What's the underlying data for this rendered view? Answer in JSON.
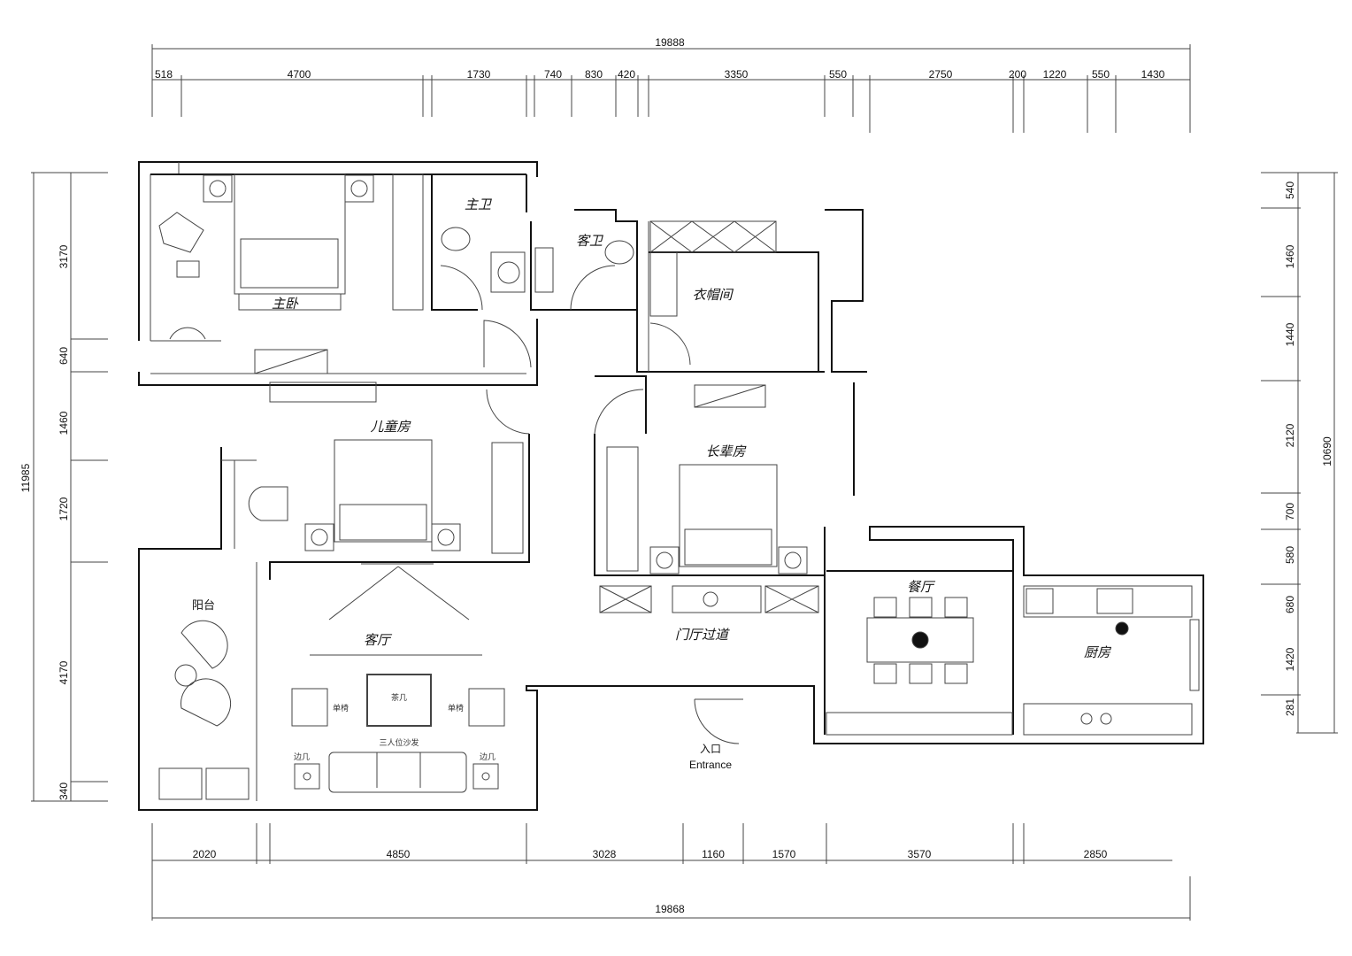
{
  "dimensions": {
    "top_total": "19888",
    "top": [
      "518",
      "4700",
      "1730",
      "740",
      "830",
      "420",
      "3350",
      "550",
      "2750",
      "200",
      "1220",
      "550",
      "1430"
    ],
    "bottom_total": "19868",
    "bottom": [
      "2020",
      "4850",
      "3028",
      "1160",
      "1570",
      "3570",
      "2850"
    ],
    "left_total": "11985",
    "left": [
      "3170",
      "640",
      "1460",
      "1720",
      "4170",
      "340"
    ],
    "right_total": "10690",
    "right": [
      "540",
      "1460",
      "1440",
      "2120",
      "700",
      "580",
      "680",
      "1420",
      "281"
    ]
  },
  "rooms": {
    "master_bedroom": "主卧",
    "master_bath": "主卫",
    "guest_bath": "客卫",
    "cloakroom": "衣帽间",
    "kids_room": "儿童房",
    "elder_room": "长辈房",
    "balcony": "阳台",
    "living_room": "客厅",
    "foyer": "门厅过道",
    "dining": "餐厅",
    "kitchen": "厨房"
  },
  "entrance": {
    "cn": "入口",
    "en": "Entrance"
  },
  "furniture": {
    "armchair_left": "单椅",
    "armchair_right": "单椅",
    "coffee_table": "茶几",
    "sofa": "三人位沙发",
    "side_table_left": "边几",
    "side_table_right": "边几"
  }
}
